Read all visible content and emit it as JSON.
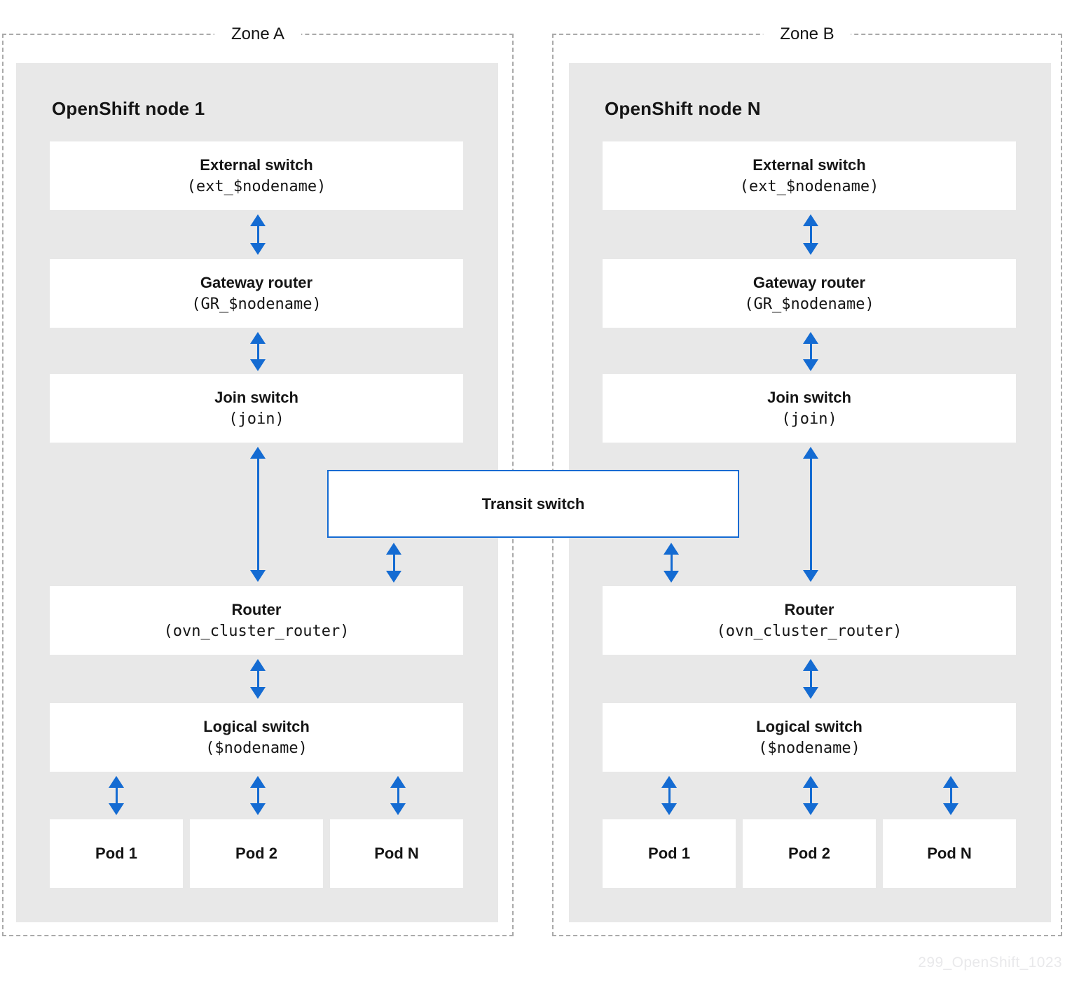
{
  "watermark": "299_OpenShift_1023",
  "transit_switch": {
    "label": "Transit switch"
  },
  "zones": [
    {
      "label": "Zone A",
      "node_title": "OpenShift node 1",
      "components": [
        {
          "title": "External switch",
          "subtitle": "(ext_$nodename)"
        },
        {
          "title": "Gateway router",
          "subtitle": "(GR_$nodename)"
        },
        {
          "title": "Join switch",
          "subtitle": "(join)"
        },
        {
          "title": "Router",
          "subtitle": "(ovn_cluster_router)"
        },
        {
          "title": "Logical switch",
          "subtitle": "($nodename)"
        }
      ],
      "pods": [
        "Pod 1",
        "Pod 2",
        "Pod N"
      ]
    },
    {
      "label": "Zone B",
      "node_title": "OpenShift node N",
      "components": [
        {
          "title": "External switch",
          "subtitle": "(ext_$nodename)"
        },
        {
          "title": "Gateway router",
          "subtitle": "(GR_$nodename)"
        },
        {
          "title": "Join switch",
          "subtitle": "(join)"
        },
        {
          "title": "Router",
          "subtitle": "(ovn_cluster_router)"
        },
        {
          "title": "Logical switch",
          "subtitle": "($nodename)"
        }
      ],
      "pods": [
        "Pod 1",
        "Pod 2",
        "Pod N"
      ]
    }
  ],
  "colors": {
    "accent_blue": "#146bd2",
    "node_background": "#e8e8e8",
    "zone_border": "#aaaaaa",
    "text": "#151515",
    "watermark_text": "#e9e9eb"
  }
}
